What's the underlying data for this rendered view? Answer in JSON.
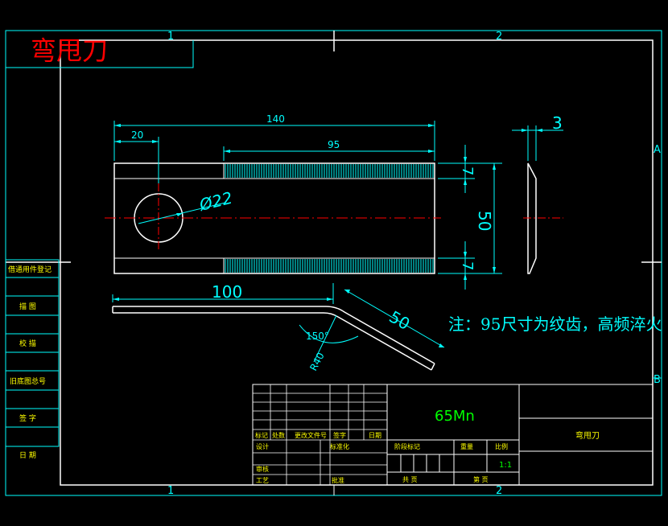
{
  "drawing": {
    "title_corner": "弯甩刀",
    "zone_top_1": "1",
    "zone_top_2": "2",
    "zone_bottom_1": "1",
    "zone_bottom_2": "2",
    "zone_right_a": "A",
    "zone_right_b": "B"
  },
  "dimensions": {
    "overall_length": "140",
    "hole_offset": "20",
    "serrated_length": "95",
    "hole_diameter": "Ø22",
    "edge_7_top": "7",
    "edge_7_bottom": "7",
    "width": "50",
    "thickness": "3",
    "bend_straight": "100",
    "bend_leg": "50",
    "bend_angle": "150°",
    "bend_radius": "R40"
  },
  "note": "注：95尺寸为纹齿，高频淬火",
  "left_panel": {
    "rows": [
      "借通用件登记",
      "描 图",
      "校 描",
      "旧底图总号",
      "签 字",
      "日 期"
    ]
  },
  "title_block": {
    "material": "65Mn",
    "part_name": "弯甩刀",
    "header_row": [
      "标记",
      "处数",
      "更改文件号",
      "签字",
      "日期"
    ],
    "left_col": [
      "设计",
      "审核",
      "工艺"
    ],
    "standardization": "标准化",
    "approve": "批准",
    "stage_mark": "阶段标记",
    "weight": "重量",
    "scale": "比例",
    "scale_value": "1:1",
    "sheet_total": "共 页",
    "sheet_num": "第 页"
  },
  "colors": {
    "background": "#000000",
    "outline": "#ffffff",
    "dimension": "#00ffff",
    "frame": "#00ffff",
    "centerline": "#ff0000",
    "text_green": "#00ff00",
    "text_yellow": "#ffff00",
    "title_red": "#ff0000"
  }
}
